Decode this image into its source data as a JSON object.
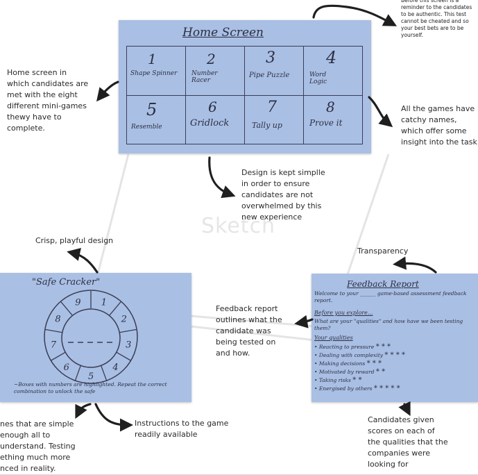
{
  "watermark": "Sketch",
  "home_sheet": {
    "title": "Home Screen",
    "games": [
      {
        "num": "1",
        "name": "Shape Spinner"
      },
      {
        "num": "2",
        "name": "Number Racer"
      },
      {
        "num": "3",
        "name": "Pipe Puzzle"
      },
      {
        "num": "4",
        "name": "Word Logic"
      },
      {
        "num": "5",
        "name": "Resemble"
      },
      {
        "num": "6",
        "name": "Gridlock"
      },
      {
        "num": "7",
        "name": "Tally up"
      },
      {
        "num": "8",
        "name": "Prove it"
      }
    ]
  },
  "safe_sheet": {
    "title": "\"Safe Cracker\"",
    "segments": [
      "1",
      "2",
      "3",
      "4",
      "5",
      "6",
      "7",
      "8",
      "9"
    ],
    "instruction": "~Boxes with numbers are highlighted. Repeat the correct combination to unlock the safe"
  },
  "report_sheet": {
    "title": "Feedback Report",
    "welcome": "Welcome to your ______ game-based assessment feedback report.",
    "before": "Before you explore...",
    "question": "What are your \"qualities\" and how have we been testing them?",
    "qualities_heading": "Your qualities",
    "qualities": [
      {
        "label": "Reacting to pressure",
        "stars": "* * *"
      },
      {
        "label": "Dealing with complexity",
        "stars": "* * * *"
      },
      {
        "label": "Making decisions",
        "stars": "* * *"
      },
      {
        "label": "Motivated by reward",
        "stars": "* *"
      },
      {
        "label": "Taking risks",
        "stars": "* *"
      },
      {
        "label": "Energised by others",
        "stars": "* * * * *"
      }
    ]
  },
  "notes": {
    "authentic": "Before this screen is a reminder to the candidates to be authentic. This test cannot be cheated and so your best bets are to be yourself.",
    "home_screen": "Home screen in which candidates are met with the eight different mini-games thewy have to complete.",
    "catchy_names": "All the games have catchy names, which offer some insight into the task",
    "simple_design": "Design is kept simplle in order to ensure candidates are not overwhelmed by this new experience",
    "playful": "Crisp, playful design",
    "transparency": "Transparency",
    "feedback": "Feedback report outlines what the candidate was being tested on and how.",
    "games_simple": "nes that are simple enough all to understand. Testing ething much more nced in reality.",
    "instructions": "Instructions to the game readily available",
    "scores": "Candidates given scores on each of the qualities that the companies were looking for"
  },
  "colors": {
    "paper": "#a9bfe3",
    "ink": "#2c2f44",
    "arrow": "#1f1f1f"
  }
}
